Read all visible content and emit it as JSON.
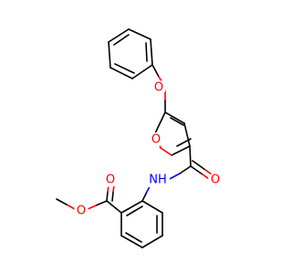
{
  "molecule": {
    "atom_colors": {
      "C": "#000000",
      "O": "#ff0000",
      "N": "#0000ff"
    },
    "labels": {
      "ether_oxygen": "O",
      "furan_oxygen": "O",
      "amide_oxygen": "O",
      "amide_nitrogen": "NH",
      "ester_carbonyl_oxygen": "O",
      "ester_oxygen": "O"
    }
  }
}
